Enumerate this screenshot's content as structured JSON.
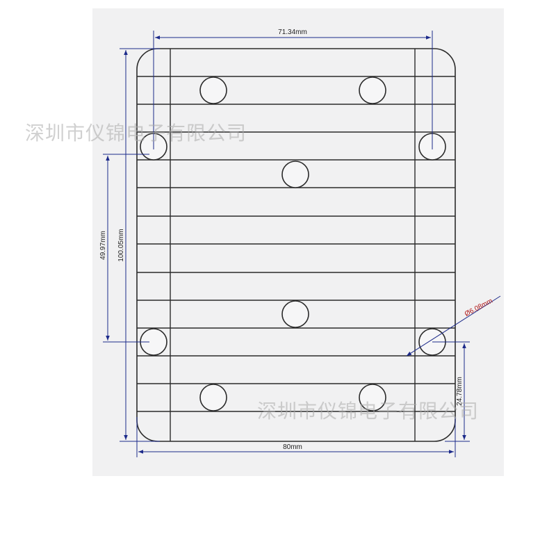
{
  "drawing": {
    "dimensions": {
      "top_span": "71.34mm",
      "bottom_width": "80mm",
      "outer_height": "100.05mm",
      "hole_spacing": "49.97mm",
      "right_offset": "24.78mm",
      "hole_diameter": "Ø6.08mm"
    },
    "watermark": {
      "text": "深圳市仪锦电子有限公司"
    },
    "colors": {
      "background": "#f1f1f2",
      "outline": "#2a2a2a",
      "dimension": "#1c2a8a",
      "diameter_label": "#b01818"
    }
  }
}
